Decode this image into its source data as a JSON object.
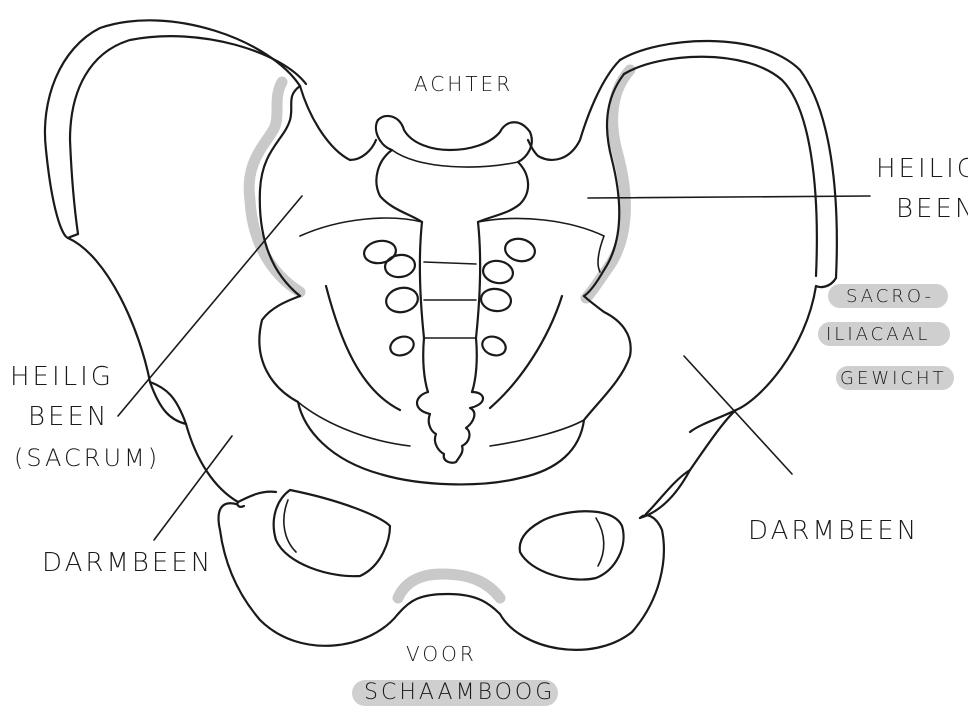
{
  "labels": {
    "back": "ACHTER",
    "front": "VOOR",
    "sacrum_right_l1": "HEILIG",
    "sacrum_right_l2": "BEEN",
    "sacrum_left_l1": "HEILIG",
    "sacrum_left_l2": "BEEN",
    "sacrum_left_l3": "(SACRUM)",
    "joint_l1": "SACRO-",
    "joint_l2": "ILIACAAL",
    "joint_l3": "GEWICHT",
    "ilium_left": "DARMBEEN",
    "ilium_right": "DARMBEEN",
    "pubic_arch": "SCHAAMBOOG"
  },
  "colors": {
    "ink": "#1a1a1a",
    "highlight": "#c9c9c9"
  }
}
